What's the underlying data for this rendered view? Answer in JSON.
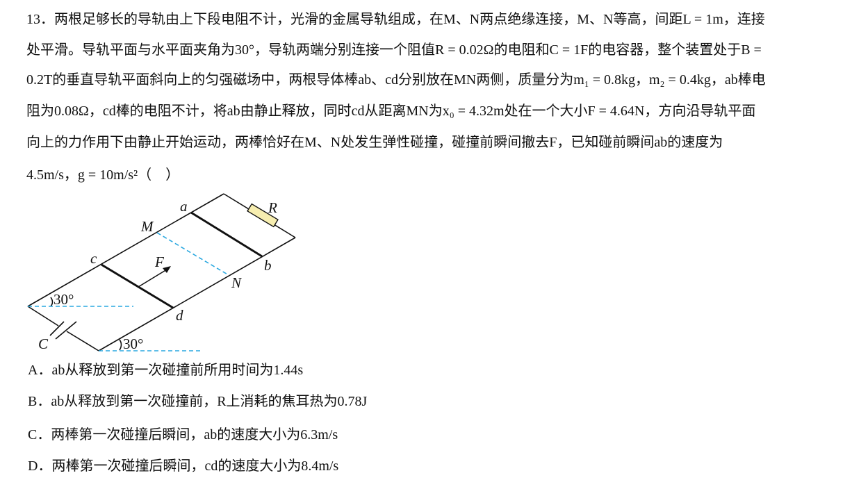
{
  "question": {
    "lines": [
      "13．两根足够长的导轨由上下段电阻不计，光滑的金属导轨组成，在M、N两点绝缘连接，M、N等高，间距L = 1m，连接",
      "处平滑。导轨平面与水平面夹角为30°，导轨两端分别连接一个阻值R = 0.02Ω的电阻和C = 1F的电容器，整个装置处于B =",
      "0.2T的垂直导轨平面斜向上的匀强磁场中，两根导体棒ab、cd分别放在MN两侧，质量分为m₁ = 0.8kg，m₂ = 0.4kg，ab棒电",
      "阻为0.08Ω，cd棒的电阻不计，将ab由静止释放，同时cd从距离MN为x₀ = 4.32m处在一个大小F = 4.64N，方向沿导轨平面",
      "向上的力作用下由静止开始运动，两棒恰好在M、N处发生弹性碰撞，碰撞前瞬间撤去F，已知碰前瞬间ab的速度为",
      "4.5m/s，g = 10m/s²（　）"
    ]
  },
  "diagram": {
    "labels": {
      "a": "a",
      "b": "b",
      "c": "c",
      "d": "d",
      "M": "M",
      "N": "N",
      "F": "F",
      "R": "R",
      "C": "C",
      "angle1": "30°",
      "angle2": "30°"
    }
  },
  "options": [
    "A．ab从释放到第一次碰撞前所用时间为1.44s",
    "B．ab从释放到第一次碰撞前，R上消耗的焦耳热为0.78J",
    "C．两棒第一次碰撞后瞬间，ab的速度大小为6.3m/s",
    "D．两棒第一次碰撞后瞬间，cd的速度大小为8.4m/s"
  ]
}
